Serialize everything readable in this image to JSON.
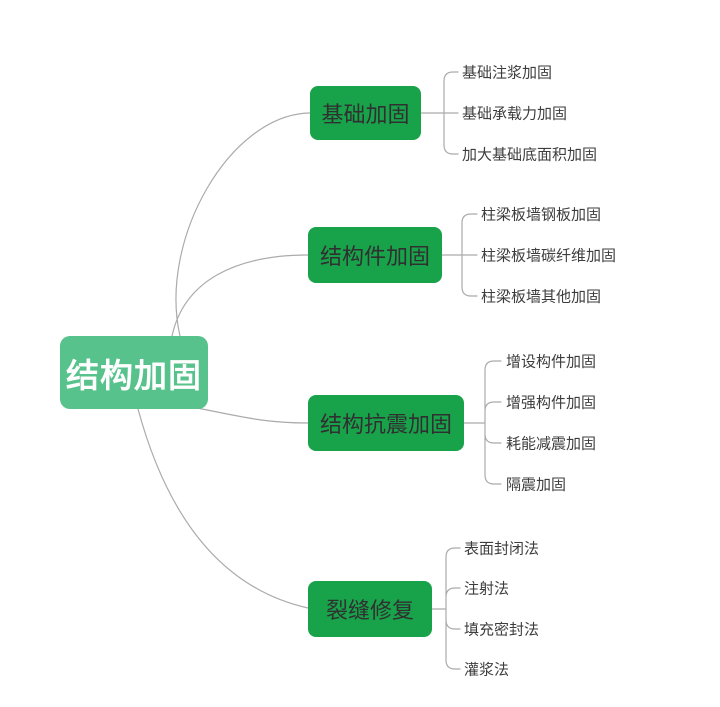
{
  "colors": {
    "background": "#ffffff",
    "root_background": "#57c28b",
    "root_text": "#ffffff",
    "branch_background": "#18a34b",
    "branch_text": "#303030",
    "leaf_text": "#3d3d3d",
    "connector_line": "#ababab"
  },
  "mindmap": {
    "root": {
      "label": "结构加固"
    },
    "branches": [
      {
        "label": "基础加固",
        "children": [
          "基础注浆加固",
          "基础承载力加固",
          "加大基础底面积加固"
        ]
      },
      {
        "label": "结构件加固",
        "children": [
          "柱梁板墙钢板加固",
          "柱梁板墙碳纤维加固",
          "柱梁板墙其他加固"
        ]
      },
      {
        "label": "结构抗震加固",
        "children": [
          "增设构件加固",
          "增强构件加固",
          "耗能减震加固",
          "隔震加固"
        ]
      },
      {
        "label": "裂缝修复",
        "children": [
          "表面封闭法",
          "注射法",
          "填充密封法",
          "灌浆法"
        ]
      }
    ]
  }
}
